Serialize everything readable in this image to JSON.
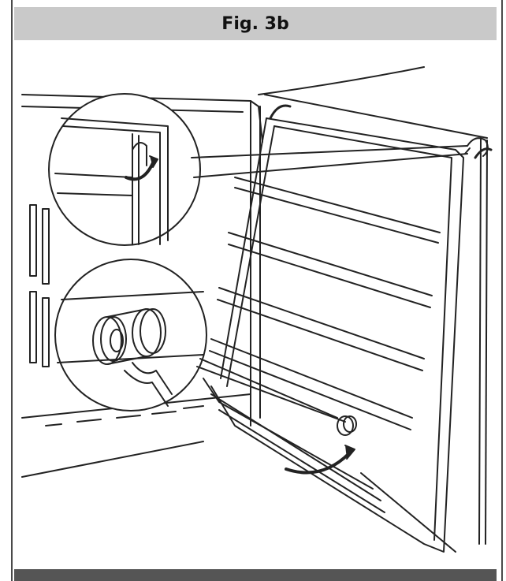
{
  "figure": {
    "title": "Fig. 3b"
  },
  "illustration": {
    "subject": "oven-side-rack-removal",
    "callouts": [
      "upper-hook-detail",
      "lower-pin-detail"
    ]
  },
  "colors": {
    "header_bg": "#c9c9c9",
    "footer_bar": "#555555",
    "line": "#222222"
  }
}
